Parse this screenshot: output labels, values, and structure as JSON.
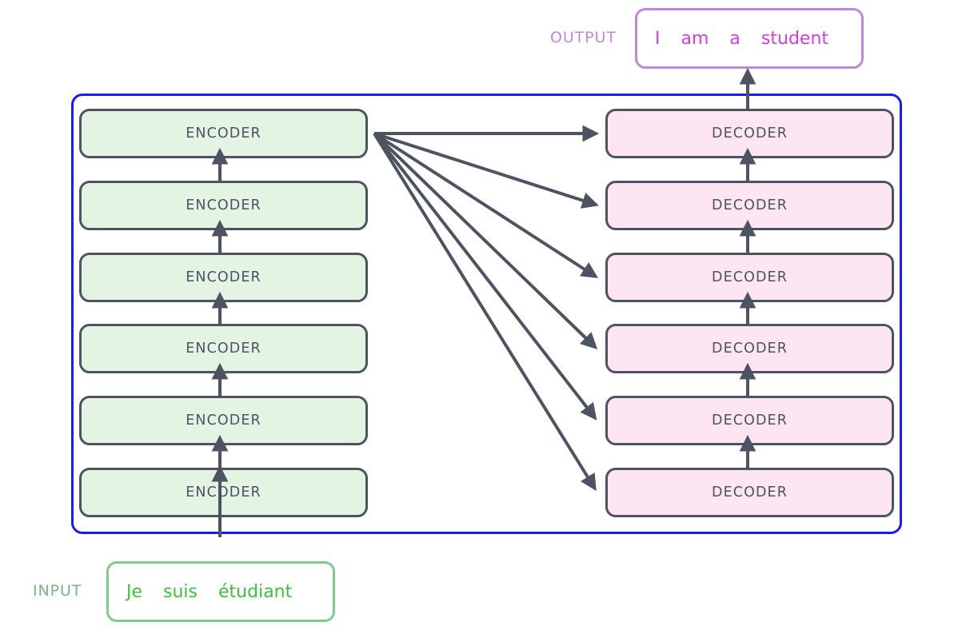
{
  "diagram": {
    "title": "Transformer encoder-decoder stack",
    "colors": {
      "frame_blue": "#1a1aff",
      "encoder_fill": "#e3f4e3",
      "decoder_fill": "#fde5f1",
      "block_stroke": "#4d5360",
      "arrow": "#4d5360",
      "input_border": "#7ecb8b",
      "input_text": "#3bc13b",
      "input_label": "#7ab389",
      "output_border": "#c387d9",
      "output_text": "#cc3fe0",
      "output_label": "#c387d9"
    }
  },
  "input": {
    "label": "INPUT",
    "tokens": [
      "Je",
      "suis",
      "étudiant"
    ]
  },
  "output": {
    "label": "OUTPUT",
    "tokens": [
      "I",
      "am",
      "a",
      "student"
    ]
  },
  "encoder_stack": {
    "count": 6,
    "blocks": [
      {
        "label": "ENCODER"
      },
      {
        "label": "ENCODER"
      },
      {
        "label": "ENCODER"
      },
      {
        "label": "ENCODER"
      },
      {
        "label": "ENCODER"
      },
      {
        "label": "ENCODER"
      }
    ]
  },
  "decoder_stack": {
    "count": 6,
    "blocks": [
      {
        "label": "DECODER"
      },
      {
        "label": "DECODER"
      },
      {
        "label": "DECODER"
      },
      {
        "label": "DECODER"
      },
      {
        "label": "DECODER"
      },
      {
        "label": "DECODER"
      }
    ]
  }
}
